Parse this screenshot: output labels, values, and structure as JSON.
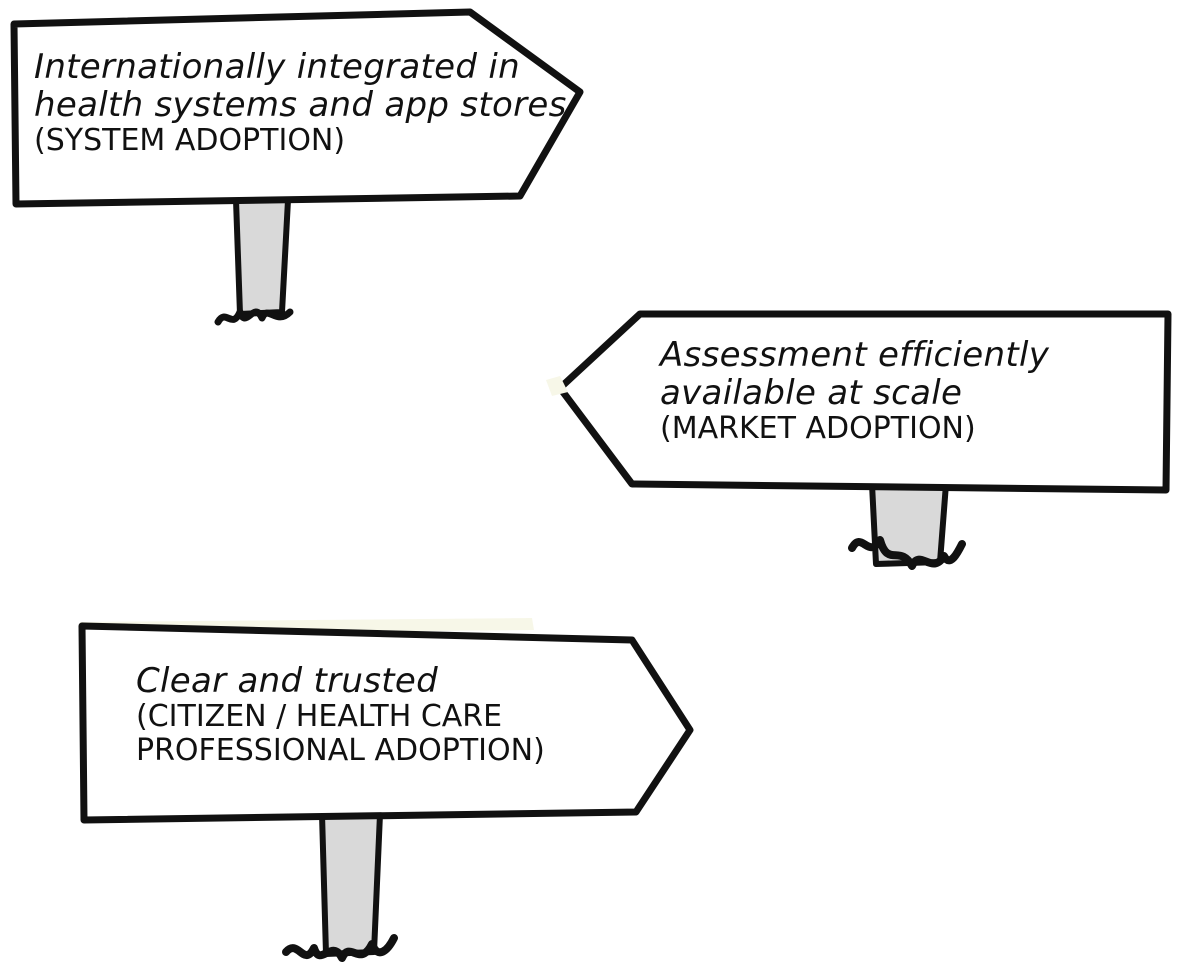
{
  "colors": {
    "ink": "#111111",
    "post_fill": "#d9d9d9",
    "paper_tint": "#f7f7e8",
    "background": "#ffffff"
  },
  "signs": [
    {
      "id": "system-adoption",
      "direction": "right",
      "lines": [
        "Internationally integrated in",
        "health systems and app stores",
        "(SYSTEM ADOPTION)"
      ]
    },
    {
      "id": "market-adoption",
      "direction": "left",
      "lines": [
        "Assessment  efficiently",
        "available at scale",
        "(MARKET ADOPTION)"
      ]
    },
    {
      "id": "citizen-adoption",
      "direction": "right",
      "lines": [
        "Clear and trusted",
        "(CITIZEN / HEALTH CARE",
        "PROFESSIONAL ADOPTION)"
      ]
    }
  ]
}
